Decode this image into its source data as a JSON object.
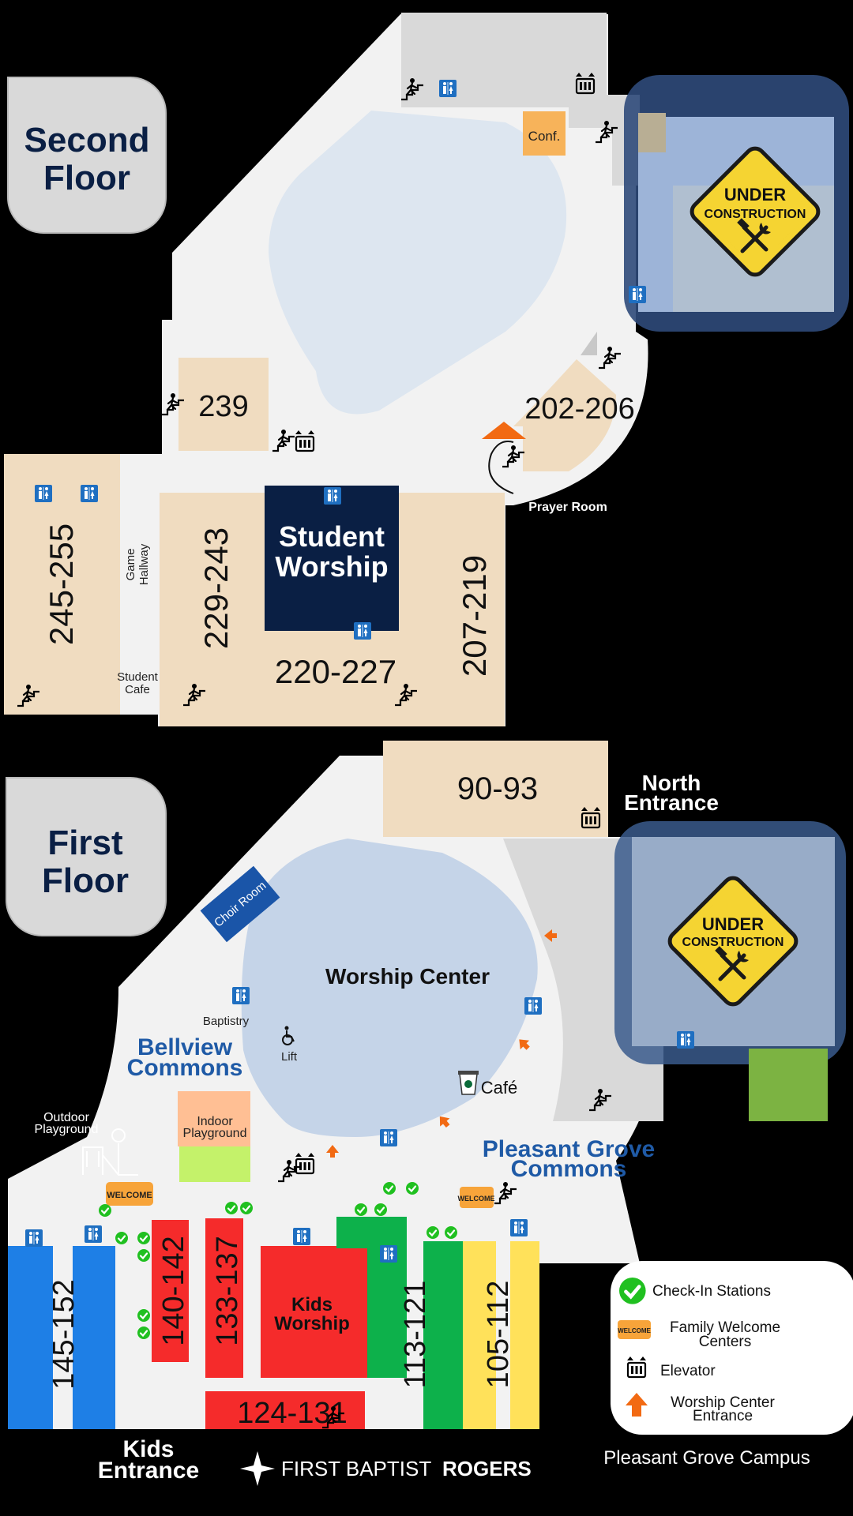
{
  "second_floor": {
    "title_line1": "Second",
    "title_line2": "Floor",
    "conf_label": "Conf.",
    "room_239": "239",
    "room_202_206": "202-206",
    "prayer_room": "Prayer Room",
    "room_245_255": "245-255",
    "game_hallway_1": "Game",
    "game_hallway_2": "Hallway",
    "student_cafe_1": "Student",
    "student_cafe_2": "Cafe",
    "room_229_243": "229-243",
    "student_worship_1": "Student",
    "student_worship_2": "Worship",
    "room_220_227": "220-227",
    "room_207_219": "207-219",
    "construction_1": "UNDER",
    "construction_2": "CONSTRUCTION"
  },
  "first_floor": {
    "title_line1": "First",
    "title_line2": "Floor",
    "room_90_93": "90-93",
    "north_entrance_1": "North",
    "north_entrance_2": "Entrance",
    "choir_room": "Choir Room",
    "worship_center": "Worship Center",
    "baptistry": "Baptistry",
    "lift": "Lift",
    "bellview_1": "Bellview",
    "bellview_2": "Commons",
    "cafe": "Café",
    "outdoor_playground_1": "Outdoor",
    "outdoor_playground_2": "Playground",
    "indoor_playground_1": "Indoor",
    "indoor_playground_2": "Playground",
    "pleasant_grove_1": "Pleasant Grove",
    "pleasant_grove_2": "Commons",
    "welcome_badge": "WELCOME",
    "room_145_152": "145-152",
    "room_140_142": "140-142",
    "room_133_137": "133-137",
    "kids_worship_1": "Kids",
    "kids_worship_2": "Worship",
    "room_113_121": "113-121",
    "room_105_112": "105-112",
    "room_124_131": "124-131",
    "kids_entrance_1": "Kids",
    "kids_entrance_2": "Entrance",
    "construction_1": "UNDER",
    "construction_2": "CONSTRUCTION"
  },
  "legend": {
    "checkin": "Check-In Stations",
    "family_welcome_1": "Family Welcome",
    "family_welcome_2": "Centers",
    "welcome_badge": "WELCOME",
    "elevator": "Elevator",
    "worship_entrance_1": "Worship Center",
    "worship_entrance_2": "Entrance"
  },
  "footer": {
    "brand_light": "FIRST BAPTIST",
    "brand_bold": "ROGERS",
    "campus": "Pleasant Grove Campus"
  },
  "colors": {
    "background": "#000000",
    "floor": "#f2f2f2",
    "room_tan": "#f0dcc0",
    "navy": "#0a1f44",
    "blue_text": "#1f5aa6",
    "kids_blue": "#1e7fe6",
    "kids_red": "#f52b2b",
    "kids_green": "#0db14b",
    "kids_yellow": "#ffe15a",
    "welcome_orange": "#f7a43a",
    "arrow_orange": "#f26a13",
    "construction_yellow": "#f5d432",
    "checkin_green": "#20c020"
  },
  "icons": [
    "stairs-icon",
    "restroom-icon",
    "elevator-icon",
    "check-icon",
    "arrow-up-icon",
    "wheelchair-icon",
    "coffee-icon",
    "playground-icon",
    "tools-icon",
    "star-logo-icon"
  ]
}
